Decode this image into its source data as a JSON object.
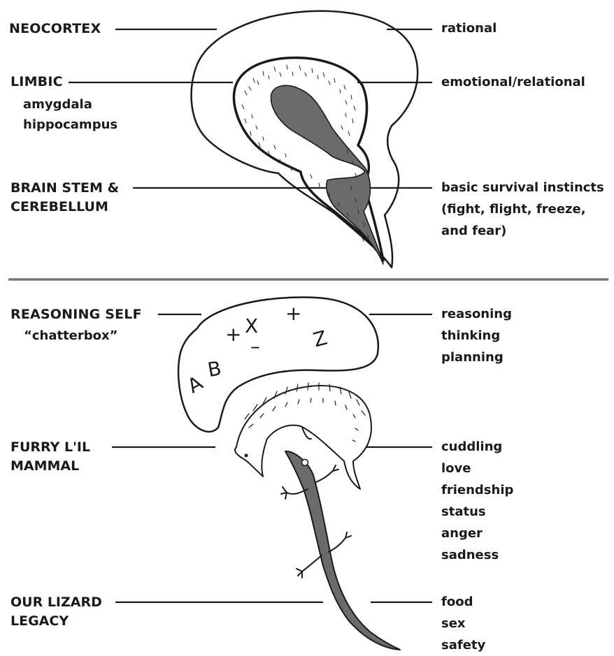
{
  "brain": {
    "neocortex": {
      "label": "NEOCORTEX",
      "function": "rational"
    },
    "limbic": {
      "label": "LIMBIC",
      "parts": [
        "amygdala",
        "hippocampus"
      ],
      "function": "emotional/relational"
    },
    "brainstem": {
      "label_lines": [
        "BRAIN STEM &",
        "CEREBELLUM"
      ],
      "function_lines": [
        "basic survival instincts",
        "(fight, flight, freeze,",
        "and fear)"
      ]
    }
  },
  "metaphor": {
    "reasoning": {
      "label": "REASONING SELF",
      "nickname": "“chatterbox”",
      "functions": [
        "reasoning",
        "thinking",
        "planning"
      ],
      "glyphs": [
        "A",
        "B",
        "X",
        "–",
        "+",
        "+",
        "Z"
      ]
    },
    "mammal": {
      "label_lines": [
        "FURRY L'IL",
        "MAMMAL"
      ],
      "functions": [
        "cuddling",
        "love",
        "friendship",
        "status",
        "anger",
        "sadness"
      ]
    },
    "lizard": {
      "label_lines": [
        "OUR LIZARD",
        "LEGACY"
      ],
      "functions": [
        "food",
        "sex",
        "safety"
      ]
    }
  },
  "colors": {
    "ink": "#1a1a1a",
    "fill": "#6b6b6b",
    "divider": "#777777"
  }
}
